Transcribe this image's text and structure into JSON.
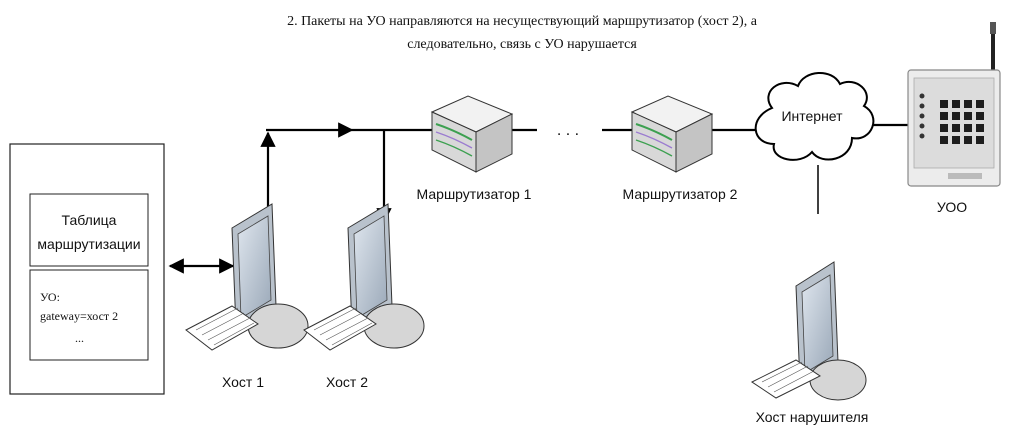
{
  "caption": {
    "line1": "2. Пакеты на УО  направляются на несуществующий маршрутизатор (хост 2), а",
    "line2": "следовательно, связь с УО нарушается"
  },
  "routing_table": {
    "title_line1": "Таблица",
    "title_line2": "маршрутизации",
    "entry_label": "УО:",
    "entry_value": "gateway=хост 2",
    "entry_more": "..."
  },
  "nodes": {
    "router1": "Маршрутизатор 1",
    "router2": "Маршрутизатор 2",
    "ellipsis": ". . .",
    "internet": "Интернет",
    "device": "УОО",
    "host1": "Хост 1",
    "host2": "Хост 2",
    "attacker": "Хост нарушителя"
  },
  "colors": {
    "line": "#000000",
    "router_body": "#e6e6e6",
    "router_accent": "#3ca050",
    "device_body": "#e0e0e0",
    "key": "#1e1e1e",
    "screen": "#c6d0dc"
  }
}
